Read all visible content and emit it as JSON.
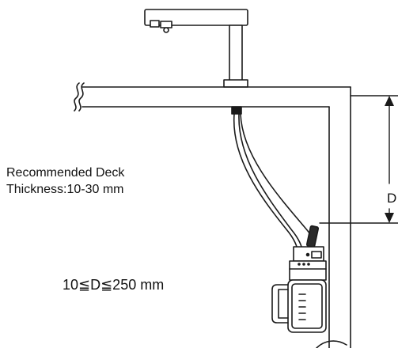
{
  "labels": {
    "deck_thickness_line1": "Recommended Deck",
    "deck_thickness_line2": "Thickness:10-30 mm",
    "distance_range": "10≦D≦250 mm",
    "dimension_letter": "D"
  }
}
